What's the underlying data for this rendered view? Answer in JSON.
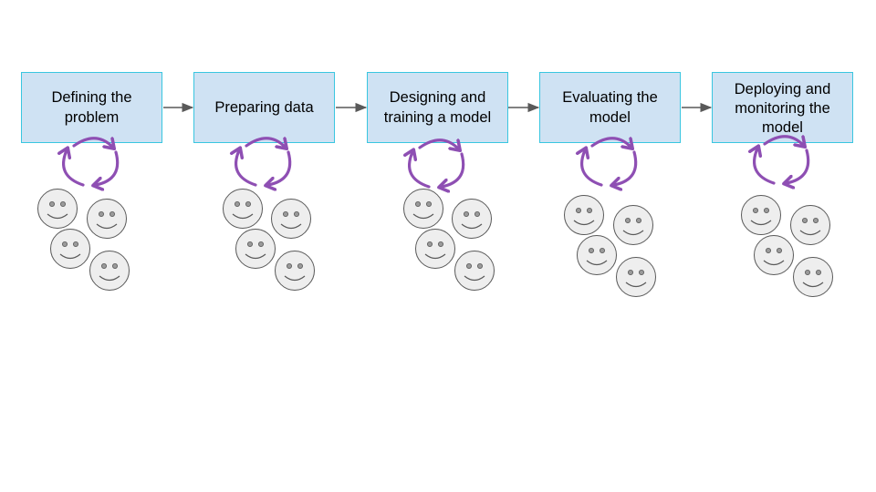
{
  "stages": [
    {
      "label": "Defining the problem"
    },
    {
      "label": "Preparing data"
    },
    {
      "label": "Designing and training a model"
    },
    {
      "label": "Evaluating the model"
    },
    {
      "label": "Deploying and monitoring the model"
    }
  ],
  "colors": {
    "box_fill": "#cfe2f3",
    "box_border": "#39c6e0",
    "arrow": "#595959",
    "cycle": "#8e4fb3",
    "face_fill": "#eeeeee",
    "face_stroke": "#595959"
  },
  "icons": {
    "flow_arrow": "arrow-right-icon",
    "cycle": "cycle-arrows-icon",
    "person": "smiley-face-icon"
  }
}
